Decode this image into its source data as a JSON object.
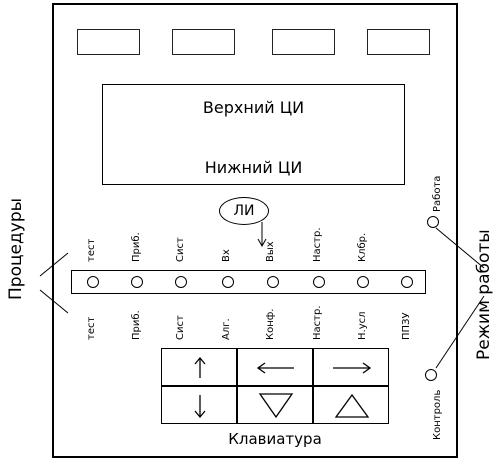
{
  "display": {
    "upper": "Верхний ЦИ",
    "lower": "Нижний ЦИ"
  },
  "li": "ЛИ",
  "top_labels": [
    "тест",
    "Приб.",
    "Сист",
    "Вх",
    "Вых",
    "Настр.",
    "Клбр."
  ],
  "bottom_labels": [
    "тест",
    "Приб.",
    "Сист",
    "Алг.",
    "Конф.",
    "Настр.",
    "Н.усл",
    "ППЗУ"
  ],
  "procedures": "Процедуры",
  "mode": {
    "title": "Режим работы",
    "work": "Работа",
    "control": "Контроль"
  },
  "keyboard": {
    "label": "Клавиатура",
    "keys": [
      "up-arrow",
      "left-arrow",
      "right-arrow",
      "down-arrow",
      "down-triangle",
      "up-triangle"
    ]
  }
}
